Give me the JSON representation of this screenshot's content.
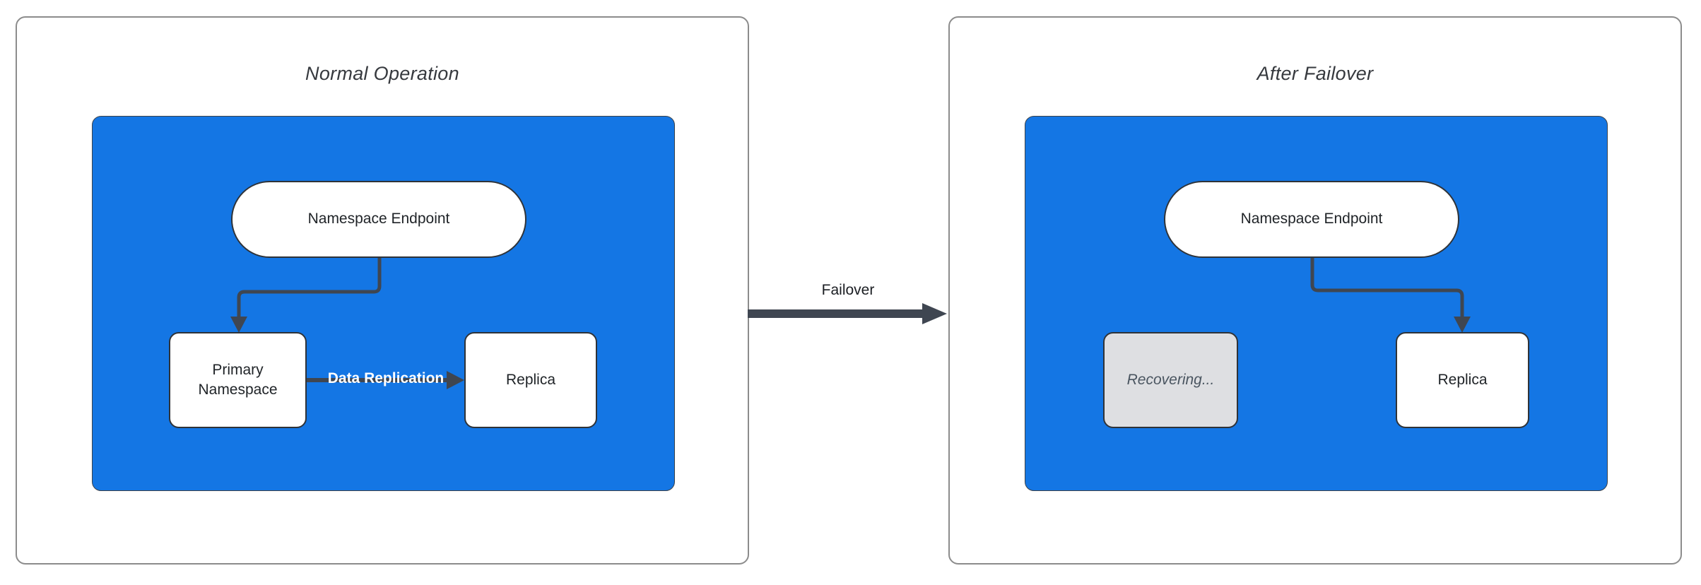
{
  "left_panel": {
    "title": "Normal Operation",
    "endpoint": "Namespace Endpoint",
    "primary": "Primary Namespace",
    "replica": "Replica",
    "replication_label": "Data Replication"
  },
  "right_panel": {
    "title": "After Failover",
    "endpoint": "Namespace Endpoint",
    "recovering": "Recovering...",
    "replica": "Replica"
  },
  "transition": {
    "label": "Failover"
  },
  "colors": {
    "container_fill": "#1476E4",
    "arrow": "#3F4651",
    "node_border": "#2F3338",
    "node_fill": "#FFFFFF",
    "recovering_fill": "#DEDFE2",
    "recovering_text": "#4A5560",
    "panel_border": "#8C8C8C",
    "replication_label_text": "#FFFFFF",
    "title_text": "#36393E"
  }
}
